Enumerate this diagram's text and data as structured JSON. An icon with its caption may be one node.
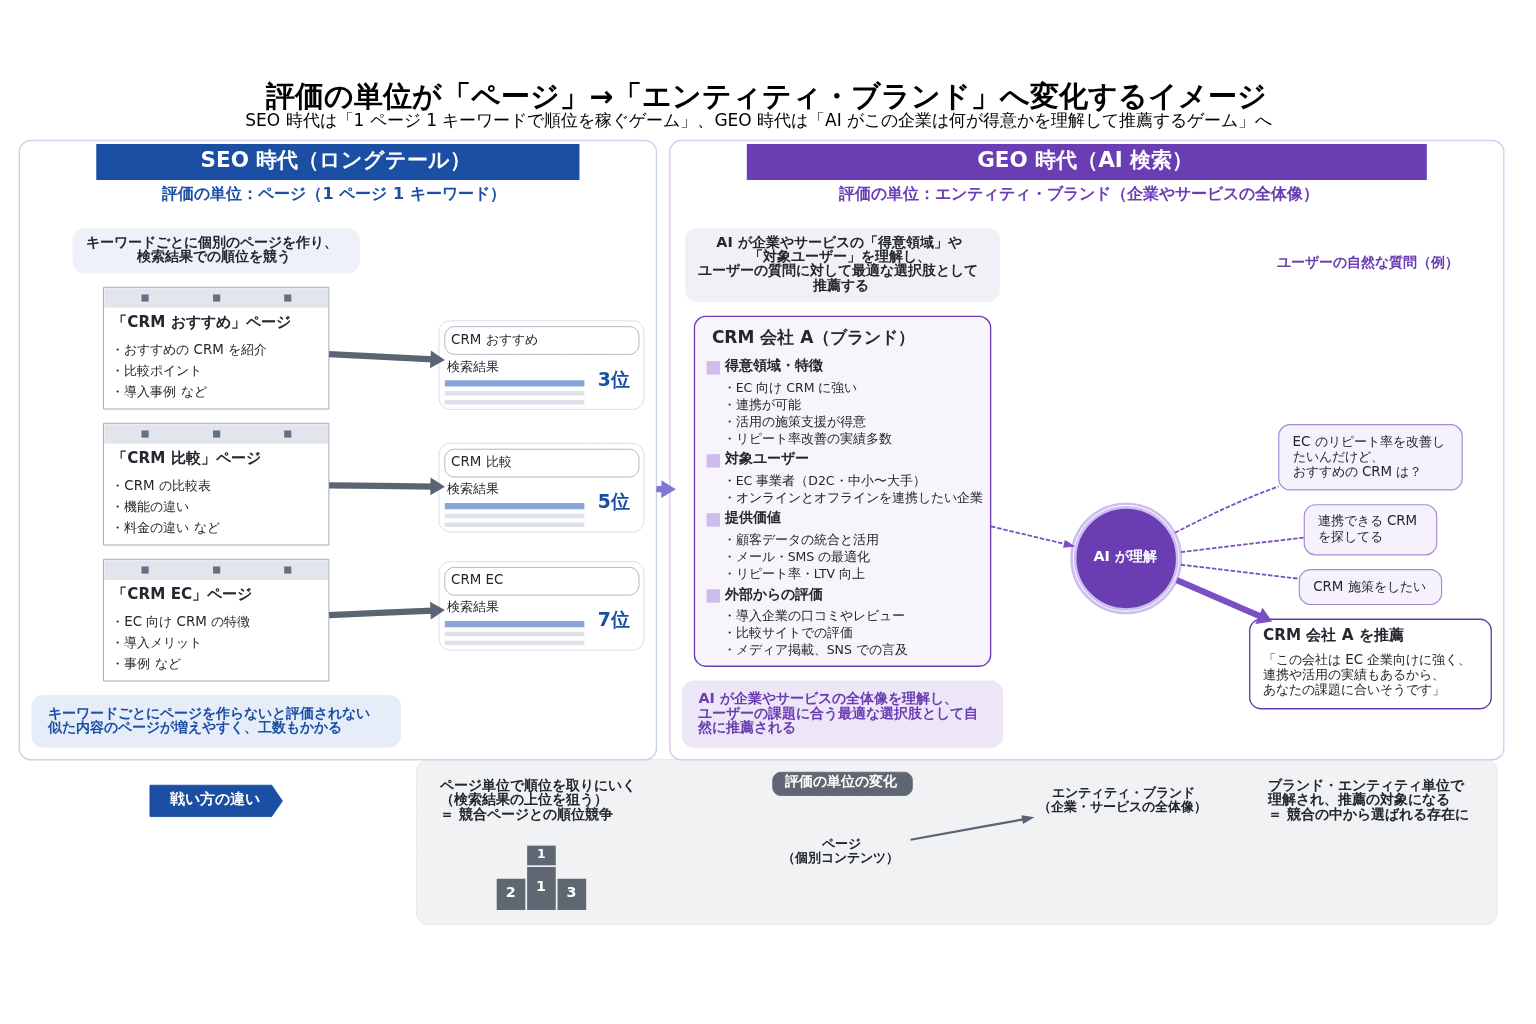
{
  "diagram": {
    "title": "評価の単位が「ページ」→「エンティティ・ブランド」へ変化するイメージ",
    "caption": "SEO 時代は「1 ページ 1 キーワードで順位を稼ぐゲーム」、GEO 時代は「AI がこの企業は何が得意かを理解して推薦するゲーム」へ",
    "nodes": [
      {
        "text": [
          "SEO 時代（ロングテール）",
          "評価の単位：ページ（1 ページ 1 キーワード）"
        ]
      },
      {
        "text": [
          "キーワードごとに個別のページを作り、検索結果での順位を競う"
        ],
        "in": 0
      },
      {
        "text": [
          "「CRM おすすめ」ページ",
          "・おすすめの CRM を紹介",
          "・比較ポイント",
          "・導入事例 など"
        ],
        "in": 0
      },
      {
        "text": [
          "CRM おすすめ",
          "検索結果",
          "3位"
        ],
        "in": 0
      },
      {
        "text": [
          "「CRM 比較」ページ",
          "・CRM の比較表",
          "・機能の違い",
          "・料金の違い など"
        ],
        "in": 0
      },
      {
        "text": [
          "CRM 比較",
          "検索結果",
          "5位"
        ],
        "in": 0
      },
      {
        "text": [
          "「CRM EC」ページ",
          "・EC 向け CRM の特徴",
          "・導入メリット",
          "・事例 など"
        ],
        "in": 0
      },
      {
        "text": [
          "CRM EC",
          "検索結果",
          "7位"
        ],
        "in": 0
      },
      {
        "text": [
          "キーワードごとにページを作らないと評価されない",
          "似た内容のページが増えやすく、工数もかかる"
        ],
        "in": 0
      },
      {
        "text": [
          "GEO 時代（AI 検索）",
          "評価の単位：エンティティ・ブランド（企業やサービスの全体像）"
        ]
      },
      {
        "text": [
          "AI が企業やサービスの「得意領域」や「対象ユーザー」を理解し、ユーザーの質問に対して最適な選択肢として推薦する"
        ],
        "in": 9
      },
      {
        "text": [
          "CRM 会社 A（ブランド）",
          "得意領域・特徴",
          "・EC 向け CRM に強い",
          "・連携が可能",
          "・活用の施策支援が得意",
          "・リピート率改善の実績多数",
          "対象ユーザー",
          "・EC 事業者（D2C・中小〜大手）",
          "・オンラインとオフラインを連携したい企業",
          "提供価値",
          "・顧客データの統合と活用",
          "・メール・SMS の最適化",
          "・リピート率・LTV 向上",
          "外部からの評価",
          "・導入企業の口コミやレビュー",
          "・比較サイトでの評価",
          "・メディア掲載、SNS での言及"
        ],
        "in": 9
      },
      {
        "text": [
          "AI が理解"
        ],
        "in": 9
      },
      {
        "text": [
          "EC のリピート率を改善したいんだけど、おすすめの CRM は？"
        ],
        "in": 9
      },
      {
        "text": [
          "連携できる CRM を探してる"
        ],
        "in": 9
      },
      {
        "text": [
          "CRM 施策をしたい"
        ],
        "in": 9
      },
      {
        "text": [
          "CRM 会社 A を推薦",
          "「この会社は EC 企業向けに強く、連携や活用の実績もあるから、あなたの課題に合いそうです」"
        ],
        "in": 9
      },
      {
        "text": [
          "AI が企業やサービスの全体像を理解し、ユーザーの課題に合う最適な選択肢として自然に推薦される"
        ],
        "in": 9
      },
      {
        "text": [
          "戦い方の違い"
        ]
      },
      {
        "text": [],
        "shape": "box"
      },
      {
        "text": [
          "評価の単位の変化"
        ],
        "in": 19
      },
      {
        "text": [
          "ページ（個別コンテンツ）"
        ],
        "in": 19
      },
      {
        "text": [
          "エンティティ・ブランド（企業・サービスの全体像）"
        ],
        "in": 19
      }
    ],
    "edges": [
      {
        "from": 2,
        "to": 3,
        "arrow": "to",
        "style": "thick",
        "color": "#5b6472"
      },
      {
        "from": 4,
        "to": 5,
        "arrow": "to",
        "style": "thick",
        "color": "#5b6472"
      },
      {
        "from": 6,
        "to": 7,
        "arrow": "to",
        "style": "thick",
        "color": "#5b6472"
      },
      {
        "from": 0,
        "to": 9,
        "arrow": "to",
        "style": "thick",
        "color": "#7f78d2"
      },
      {
        "from": 11,
        "to": 12,
        "arrow": "to",
        "style": "dashed"
      },
      {
        "from": 12,
        "to": 13,
        "arrow": "none",
        "style": "dashed"
      },
      {
        "from": 12,
        "to": 14,
        "arrow": "none",
        "style": "dashed"
      },
      {
        "from": 12,
        "to": 15,
        "arrow": "none",
        "style": "dashed"
      },
      {
        "from": 12,
        "to": 16,
        "arrow": "to",
        "style": "thick"
      },
      {
        "from": 21,
        "to": 22,
        "arrow": "to",
        "color": "#5b6472"
      }
    ],
    "labels": [
      "ユーザーの自然な質問（例）",
      "ページ単位で順位を取りにいく（検索結果の上位を狙う）＝ 競合ページとの順位競争",
      "1",
      "2",
      "1",
      "3",
      "ブランド・エンティティ単位で理解され、推薦の対象になる＝ 競合の中から選ばれる存在に"
    ]
  }
}
